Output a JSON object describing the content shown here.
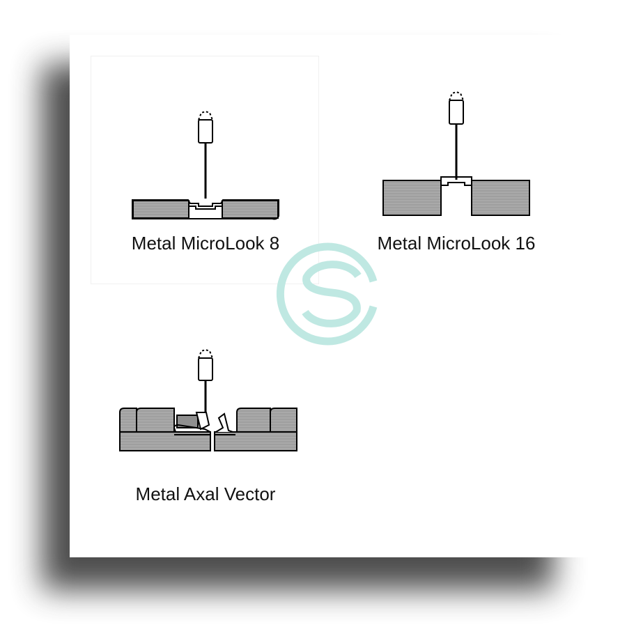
{
  "colors": {
    "panel_fill": "#a9a9a9",
    "line": "#000000",
    "logo": "#bfe8e2"
  },
  "diagrams": [
    {
      "caption": "Metal MicroLook 8"
    },
    {
      "caption": "Metal MicroLook 16"
    },
    {
      "caption": "Metal Axal Vector"
    }
  ],
  "watermark": {
    "icon": "cs-logo-icon"
  }
}
